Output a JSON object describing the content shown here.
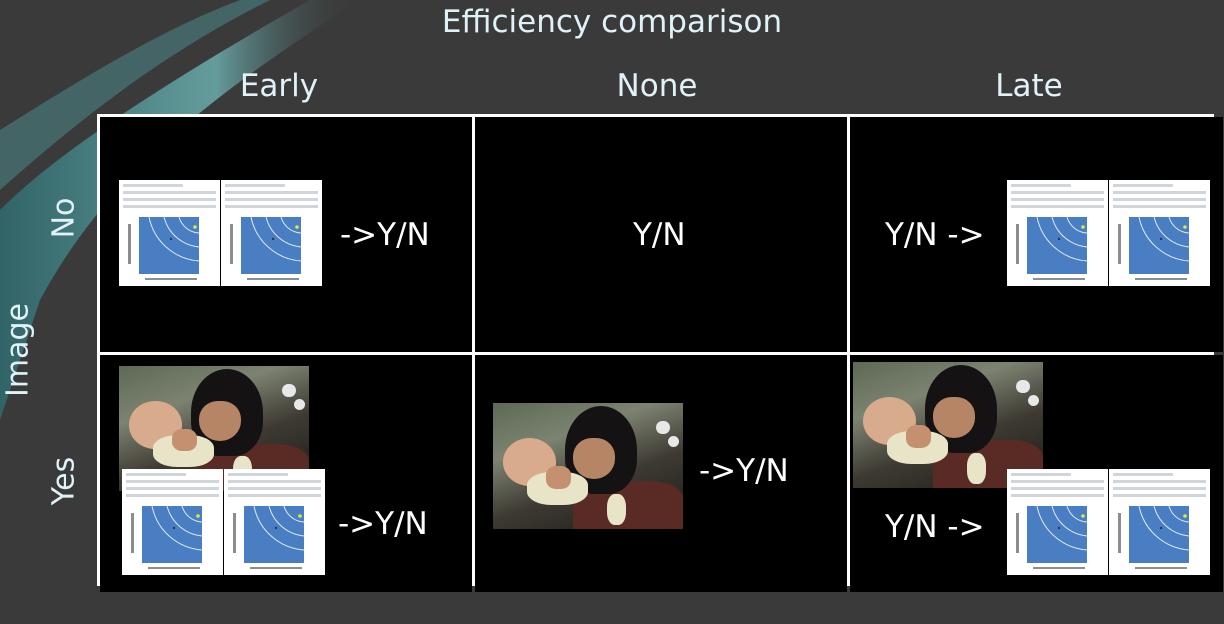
{
  "title": "Efficiency comparison",
  "columns": [
    "Early",
    "None",
    "Late"
  ],
  "row_axis_label": "Image",
  "rows": [
    "No",
    "Yes"
  ],
  "cells": {
    "no_early": "->Y/N",
    "no_none": "Y/N",
    "no_late": "Y/N ->",
    "yes_early": "->Y/N",
    "yes_none": "->Y/N",
    "yes_late": "Y/N ->"
  },
  "colors": {
    "background": "#3a3a3a",
    "accent": "#3a8b8f",
    "text": "#e0f1f8",
    "cell": "#000000",
    "border": "#ffffff"
  },
  "icons": {
    "report": "report-thumbnail-icon",
    "photo": "mother-child-photo"
  }
}
